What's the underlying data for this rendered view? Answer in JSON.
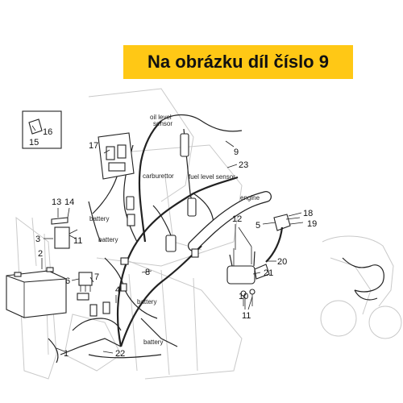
{
  "banner": {
    "text": "Na obrázku díl číslo 9",
    "color": "#ffc815"
  },
  "diagram": {
    "callouts": [
      "1",
      "2",
      "3",
      "4",
      "5",
      "6",
      "7",
      "8",
      "9",
      "10",
      "11",
      "11",
      "12",
      "13",
      "14",
      "15",
      "16",
      "17",
      "18",
      "19",
      "20",
      "21",
      "22",
      "23"
    ],
    "labels": {
      "oil_level_sensor_1": "oil level",
      "oil_level_sensor_2": "sensor",
      "carburettor": "carburettor",
      "fuel_level_sensor": "fuel level sensor",
      "engine": "engine",
      "battery": "battery"
    }
  }
}
